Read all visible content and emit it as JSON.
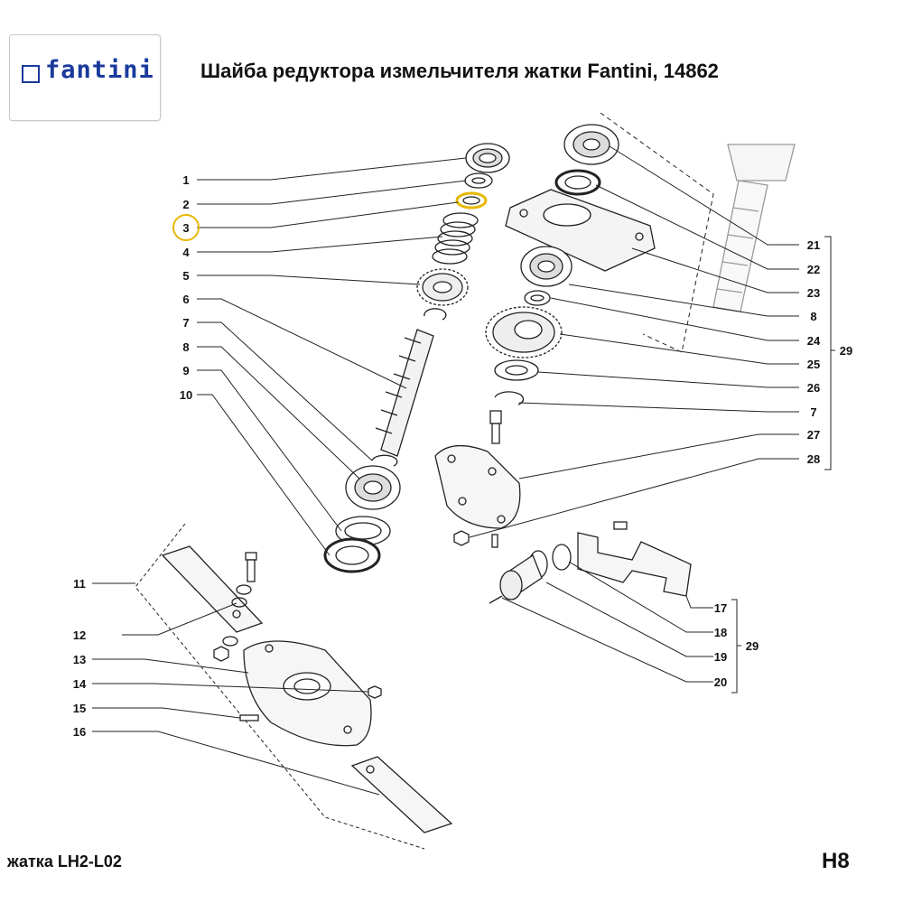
{
  "header": {
    "logo_text": "fantini",
    "title": "Шайба редуктора измельчителя жатки Fantini, 14862",
    "brand_color": "#1a3a9c"
  },
  "footer": {
    "model": "жатка LH2-L02",
    "page_code": "H8"
  },
  "callouts_left": [
    "1",
    "2",
    "3",
    "4",
    "5",
    "6",
    "7",
    "8",
    "9",
    "10"
  ],
  "callouts_right": [
    "21",
    "22",
    "23",
    "8",
    "24",
    "25",
    "26",
    "7",
    "27",
    "28"
  ],
  "callouts_lower_left": [
    "11",
    "12",
    "13",
    "14",
    "15",
    "16"
  ],
  "callouts_lower_right": [
    "17",
    "18",
    "19",
    "20"
  ],
  "group_label_upper": "29",
  "group_label_lower": "29",
  "highlighted_part": "3",
  "highlight_color": "#e6b800"
}
